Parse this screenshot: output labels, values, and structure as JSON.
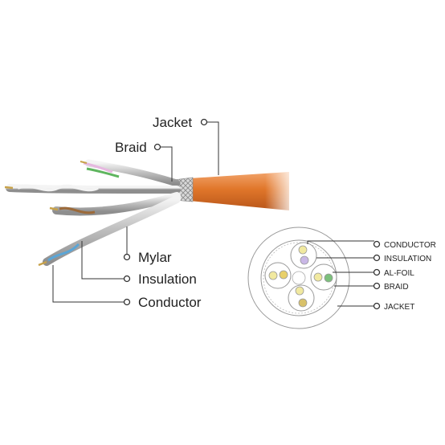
{
  "cable_labels": {
    "jacket": "Jacket",
    "braid": "Braid",
    "mylar": "Mylar",
    "insulation": "Insulation",
    "conductor": "Conductor"
  },
  "cross_section_labels": {
    "conductor": "CONDUCTOR",
    "insulation": "INSULATION",
    "al_foil": "AL-FOIL",
    "braid": "BRAID",
    "jacket": "JACKET"
  },
  "colors": {
    "jacket": "#e07a2e",
    "braid": "#cfcfcf",
    "foil": "#bdbdbd",
    "copper": "#c8a24a"
  },
  "icons": [
    "cable-illustration",
    "cross-section-diagram"
  ]
}
